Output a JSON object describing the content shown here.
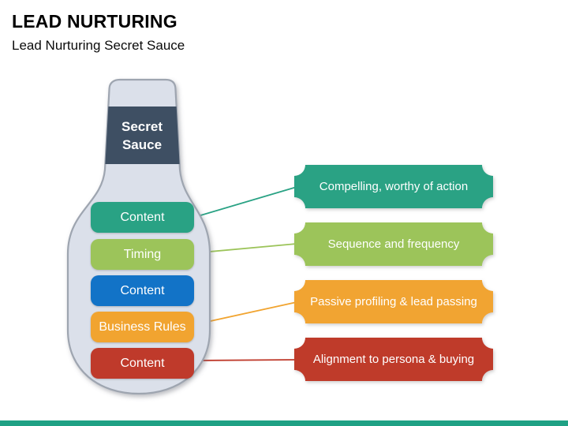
{
  "slide": {
    "title": "LEAD NURTURING",
    "subtitle": "Lead Nurturing Secret Sauce",
    "accent_bar_color": "#1FA184",
    "background_color": "#FFFFFF"
  },
  "bottle": {
    "label": "Secret Sauce",
    "fill_color": "#DBE0EA",
    "outline_color": "#9EA5B0",
    "band_color": "#3E4F63",
    "items": [
      {
        "label": "Content",
        "color": "#29A284"
      },
      {
        "label": "Timing",
        "color": "#9CC45A"
      },
      {
        "label": "Content",
        "color": "#1273C7"
      },
      {
        "label": "Business Rules",
        "color": "#F1A430"
      },
      {
        "label": "Content",
        "color": "#BF3A2B"
      }
    ]
  },
  "badges": [
    {
      "label": "Compelling, worthy of action",
      "color": "#29A284"
    },
    {
      "label": "Sequence and frequency",
      "color": "#9CC45A"
    },
    {
      "label": "Passive profiling & lead passing",
      "color": "#F1A430"
    },
    {
      "label": "Alignment to persona & buying",
      "color": "#BF3A2B"
    }
  ],
  "connectors": [
    {
      "color": "#29A284"
    },
    {
      "color": "#9CC45A"
    },
    {
      "color": "#F1A430"
    },
    {
      "color": "#BF3A2B"
    }
  ]
}
